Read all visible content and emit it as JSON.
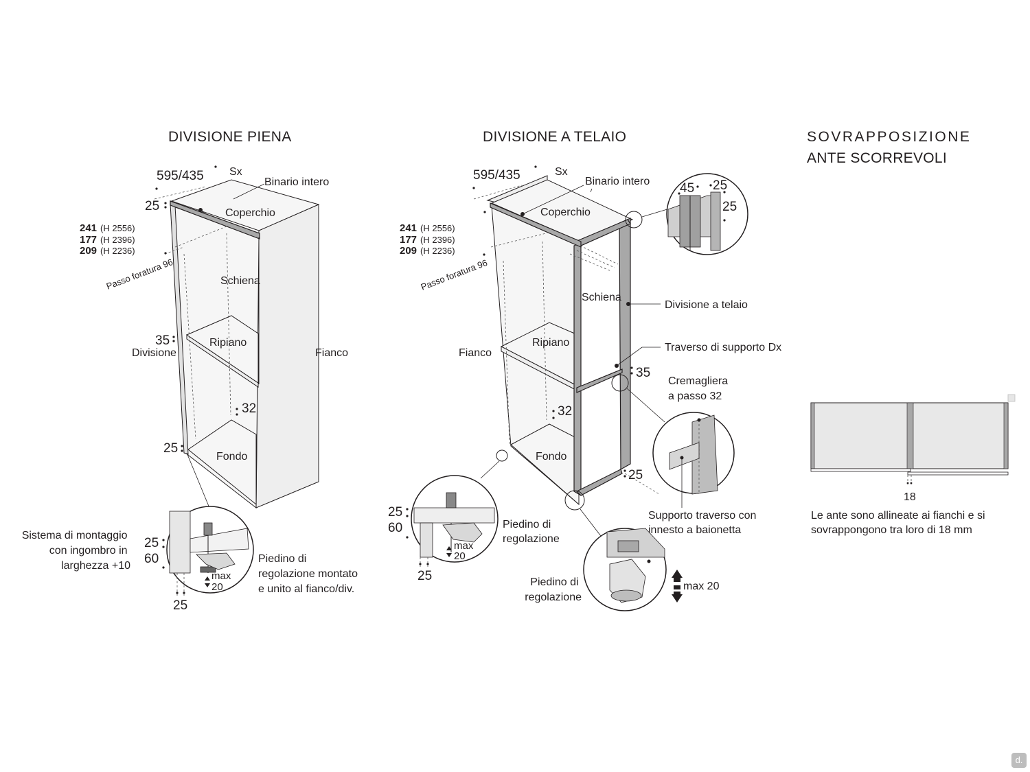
{
  "panel_piena": {
    "title": "DIVISIONE PIENA",
    "width_dim": "595/435",
    "side": "Sx",
    "rail": "Binario intero",
    "dim_25_top": "25",
    "cover": "Coperchio",
    "h241": "241",
    "h241_note": "(H 2556)",
    "h177": "177",
    "h177_note": "(H 2396)",
    "h209": "209",
    "h209_note": "(H 2236)",
    "drill": "Passo foratura 96",
    "back": "Schiena",
    "dim_35": "35",
    "division": "Divisione",
    "shelf": "Ripiano",
    "side_panel": "Fianco",
    "dim_32": "32",
    "dim_25_bottom": "25",
    "bottom": "Fondo",
    "mount_system": [
      "Sistema di montaggio",
      "con ingombro in",
      "larghezza +10"
    ],
    "det_25": "25",
    "det_60": "60",
    "det_max": "max",
    "det_20": "20",
    "det_25_b": "25",
    "foot_note": [
      "Piedino di",
      "regolazione montato",
      "e unito al fianco/div."
    ]
  },
  "panel_telaio": {
    "title": "DIVISIONE A TELAIO",
    "width_dim": "595/435",
    "side": "Sx",
    "rail": "Binario intero",
    "cover": "Coperchio",
    "h241": "241",
    "h241_note": "(H 2556)",
    "h177": "177",
    "h177_note": "(H 2396)",
    "h209": "209",
    "h209_note": "(H 2236)",
    "drill": "Passo foratura 96",
    "back": "Schiena",
    "side_panel": "Fianco",
    "shelf": "Ripiano",
    "dim_32": "32",
    "bottom": "Fondo",
    "frame_division": "Divisione a telaio",
    "cross_support": "Traverso di supporto Dx",
    "dim_35": "35",
    "rack": [
      "Cremagliera",
      "a passo 32"
    ],
    "dim_25_right": "25",
    "det_45": "45",
    "det_25a": "25",
    "det_25b": "25",
    "support_note": [
      "Supporto traverso con",
      "innesto a baionetta"
    ],
    "det_left_25": "25",
    "det_left_60": "60",
    "det_left_max": "max",
    "det_left_20": "20",
    "det_left_25b": "25",
    "foot_left": [
      "Piedino di",
      "regolazione"
    ],
    "foot_right": [
      "Piedino di",
      "regolazione"
    ],
    "max20": "max 20"
  },
  "panel_ante": {
    "title_line1": "SOVRAPPOSIZIONE",
    "title_line2": "ANTE SCORREVOLI",
    "dim_18": "18",
    "note": [
      "Le ante sono allineate ai fianchi e si",
      "sovrappongono tra loro di 18 mm"
    ]
  },
  "logo": "d."
}
